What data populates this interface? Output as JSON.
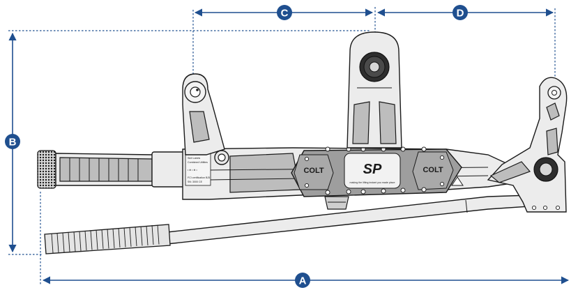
{
  "dimensions": {
    "a": {
      "label": "A"
    },
    "b": {
      "label": "B"
    },
    "c": {
      "label": "C"
    },
    "d": {
      "label": "D"
    }
  },
  "colors": {
    "dimension_line": "#1f4f8f",
    "badge_fill": "#1f4f8f",
    "badge_text": "#ffffff"
  },
  "product": {
    "brand_left": "COLT",
    "brand_right": "COLT",
    "logo": "SP",
    "tagline": "making the lifting instant you made place"
  },
  "plate_text": {
    "line1": "Skill Labels",
    "line2": "Combined Utilities",
    "line3": "• ⊕ • ⊕ •",
    "line4": "FCI certification  BJ5",
    "line5": "SN: 3000     CE"
  }
}
